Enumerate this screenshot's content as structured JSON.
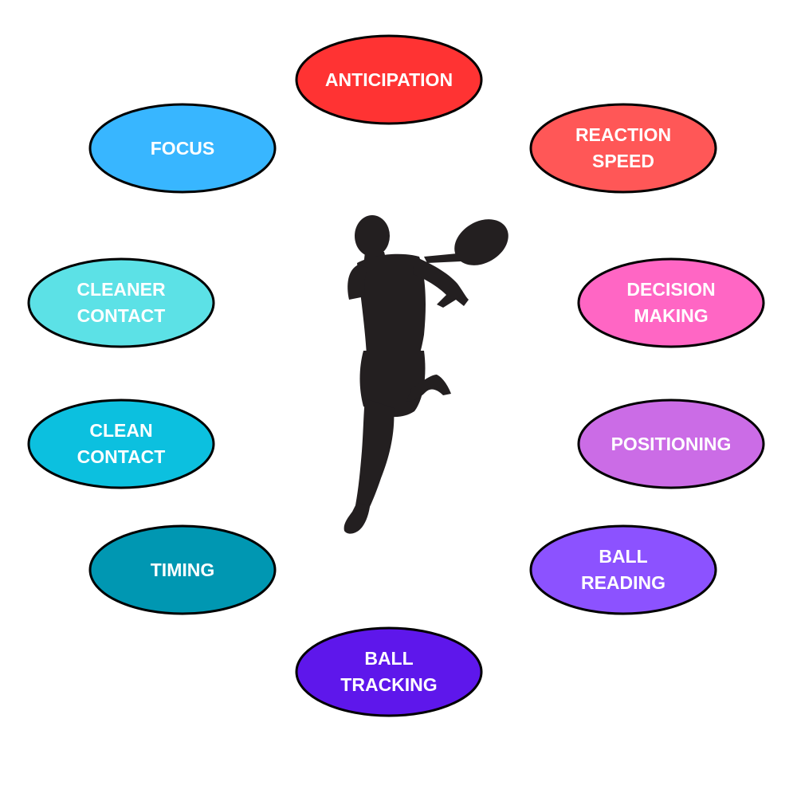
{
  "bubbles": [
    {
      "label": "ANTICIPATION",
      "color": "#ff3333"
    },
    {
      "label": "REACTION\nSPEED",
      "color": "#ff5757"
    },
    {
      "label": "DECISION\nMAKING",
      "color": "#ff66c4"
    },
    {
      "label": "POSITIONING",
      "color": "#cb6ce6"
    },
    {
      "label": "BALL\nREADING",
      "color": "#8c52ff"
    },
    {
      "label": "BALL\nTRACKING",
      "color": "#5e17eb"
    },
    {
      "label": "TIMING",
      "color": "#0097b2"
    },
    {
      "label": "CLEAN\nCONTACT",
      "color": "#0cc0df"
    },
    {
      "label": "CLEANER\nCONTACT",
      "color": "#5ce1e6"
    },
    {
      "label": "FOCUS",
      "color": "#38b6ff"
    }
  ],
  "figure": {
    "icon": "tennis-player-silhouette-icon",
    "color": "#231f20"
  }
}
